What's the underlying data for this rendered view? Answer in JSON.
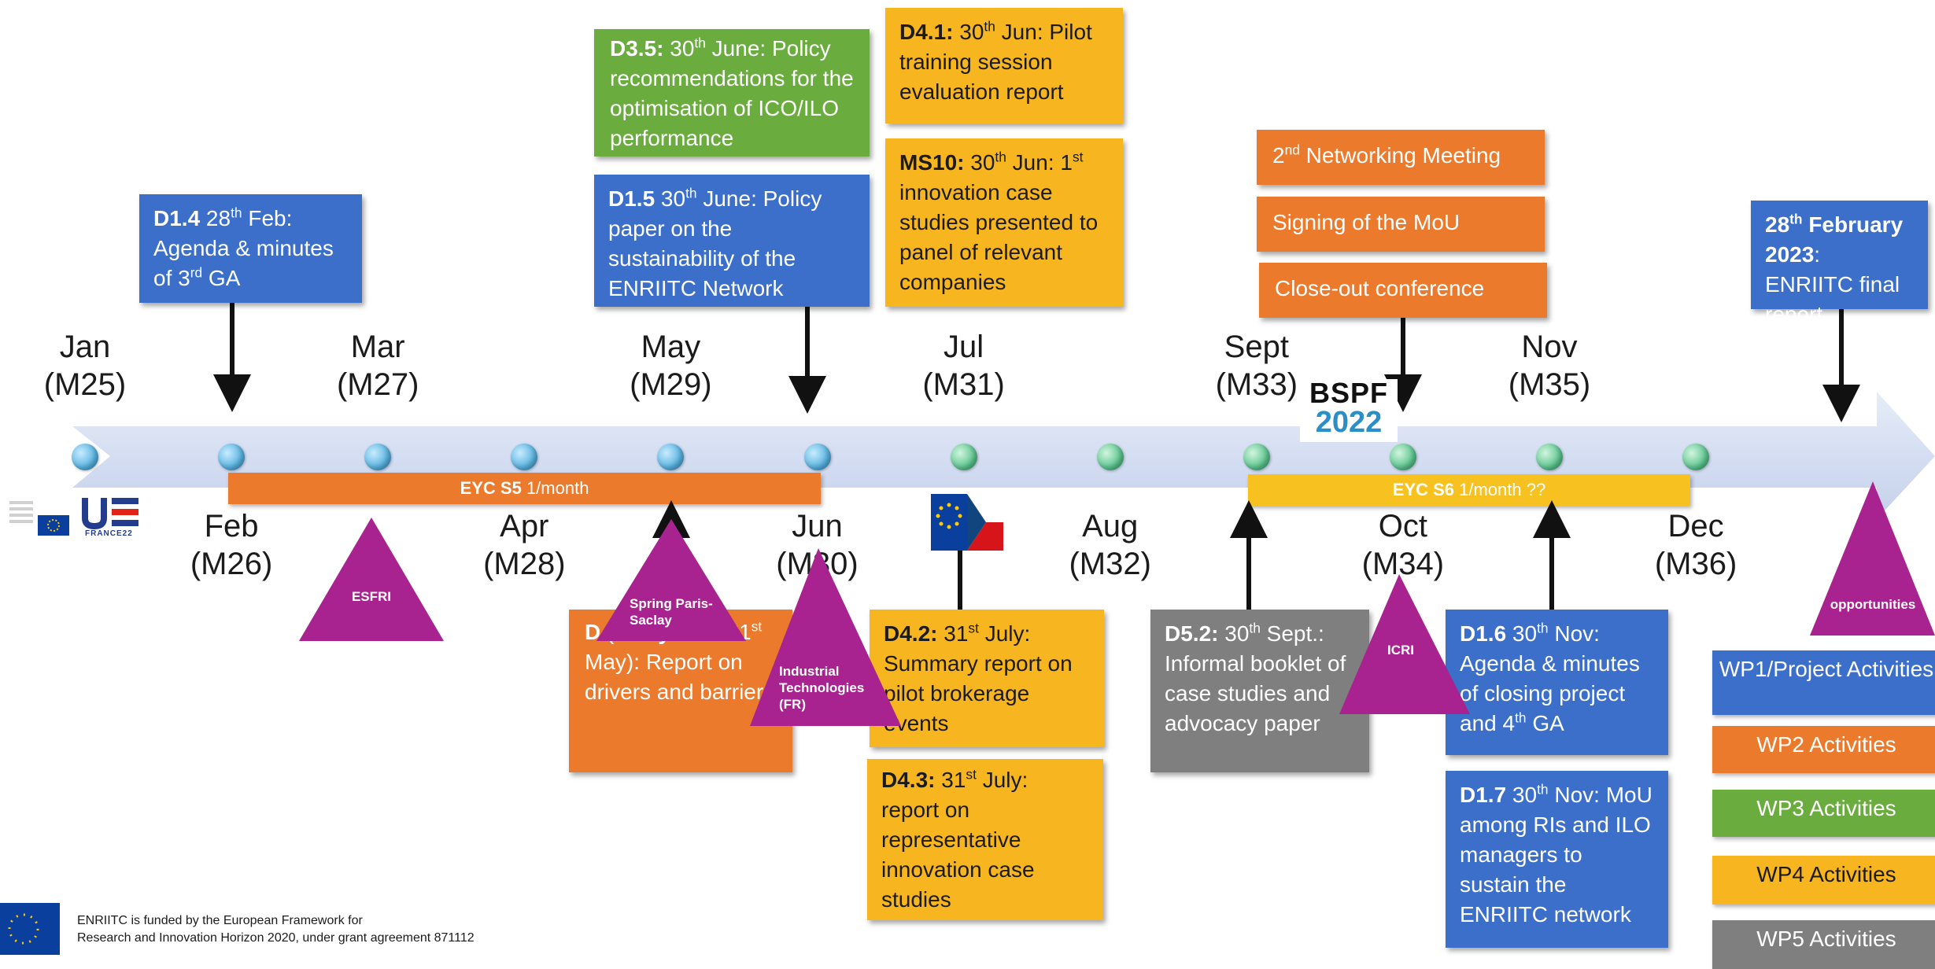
{
  "months": [
    {
      "name": "Jan",
      "m": "(M25)"
    },
    {
      "name": "Feb",
      "m": "(M26)"
    },
    {
      "name": "Mar",
      "m": "(M27)"
    },
    {
      "name": "Apr",
      "m": "(M28)"
    },
    {
      "name": "May",
      "m": "(M29)"
    },
    {
      "name": "Jun",
      "m": "(M30)"
    },
    {
      "name": "Jul",
      "m": "(M31)"
    },
    {
      "name": "Aug",
      "m": "(M32)"
    },
    {
      "name": "Sept",
      "m": "(M33)"
    },
    {
      "name": "Oct",
      "m": "(M34)"
    },
    {
      "name": "Nov",
      "m": "(M35)"
    },
    {
      "name": "Dec",
      "m": "(M36)"
    }
  ],
  "bars": {
    "s5": {
      "bold": "EYC S5",
      "rest": " 1/month"
    },
    "s6": {
      "bold": "EYC S6",
      "rest": " 1/month ??"
    }
  },
  "deliverables": {
    "d14": {
      "code": "D1.4",
      "pre": " 28",
      "sup": "th",
      "text": " Feb: Agenda & minutes of 3",
      "sup2": "rd",
      "text2": "  GA"
    },
    "d35": {
      "code": "D3.5:",
      "pre": " 30",
      "sup": "th",
      "text": " June: Policy recommendations for the optimisation of ICO/ILO performance"
    },
    "d15": {
      "code": "D1.5",
      "pre": " 30",
      "sup": "th",
      "text": " June: Policy paper on the sustainability of the ENRIITC Network"
    },
    "d41": {
      "code": "D4.1:",
      "pre": " 30",
      "sup": "th",
      "text": " Jun: Pilot training session evaluation report"
    },
    "ms10": {
      "code": "MS10:",
      "pre": " 30",
      "sup": "th",
      "text": " Jun: 1",
      "sup2": "st",
      "text2": " innovation case studies presented to panel of relevant companies"
    },
    "net": {
      "pre": "2",
      "sup": "nd",
      "text": " Networking Meeting"
    },
    "mou": {
      "text": "Signing of the MoU"
    },
    "close": {
      "text": "Close-out conference"
    },
    "final": {
      "pre": "28",
      "sup": "th",
      "bold": " February 2023",
      "text": ": ENRIITC final report"
    },
    "d2": {
      "code": "D",
      "mid": " (",
      "bold": "delayed",
      "text": " to 31",
      "sup": "st",
      "text2": " May): Report on drivers and barriers"
    },
    "d42": {
      "code": "D4.2:",
      "pre": " 31",
      "sup": "st",
      "text": " July: Summary report on pilot brokerage events"
    },
    "d43": {
      "code": "D4.3:",
      "pre": " 31",
      "sup": "st",
      "text": " July: report on representative innovation case studies"
    },
    "d52": {
      "code": "D5.2:",
      "pre": " 30",
      "sup": "th",
      "text": " Sept.: Informal booklet of case studies and advocacy paper"
    },
    "d16": {
      "code": "D1.6",
      "pre": " 30",
      "sup": "th",
      "text": " Nov: Agenda & minutes of closing project and  4",
      "sup2": "th",
      "text2": " GA"
    },
    "d17": {
      "code": "D1.7",
      "pre": " 30",
      "sup": "th",
      "text": " Nov: MoU among RIs and ILO managers to sustain the ENRIITC network"
    }
  },
  "events": {
    "esfri": "ESFRI",
    "spring": "Spring Paris-Saclay",
    "industrial": "Industrial Technologies (FR)",
    "icri": "ICRI",
    "opportunities": "opportunities"
  },
  "bspf": {
    "line1": "BSPF",
    "line2": "2022"
  },
  "france": {
    "label": "FRANCE22"
  },
  "legend": [
    "WP1/Project Activities",
    "WP2 Activities",
    "WP3 Activities",
    "WP4 Activities",
    "WP5 Activities"
  ],
  "colors": {
    "wp1": "#3c6fc9",
    "wp2": "#ec7a2d",
    "wp3": "#6aac3e",
    "wp4": "#f7b51f",
    "wp5": "#7f7f7f",
    "event": "#a8238f"
  },
  "footer": {
    "line1": "ENRIITC is funded by the European Framework for",
    "line2": "Research and Innovation Horizon 2020, under grant agreement 871112"
  }
}
